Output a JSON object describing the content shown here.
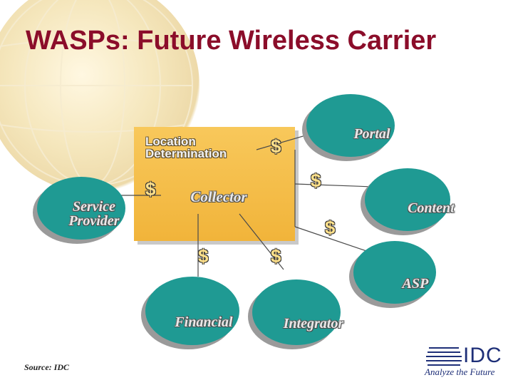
{
  "title": "WASPs: Future Wireless Carrier",
  "collector": {
    "label": "Collector",
    "box_label_line1": "Location",
    "box_label_line2": "Determination"
  },
  "nodes": {
    "portal": "Portal",
    "content": "Content",
    "asp": "ASP",
    "integrator": "Integrator",
    "financial": "Financial",
    "service_provider_line1": "Service",
    "service_provider_line2": "Provider"
  },
  "dollar_symbol": "$",
  "source": "Source: IDC",
  "logo": {
    "name": "IDC",
    "tagline": "Analyze the Future"
  },
  "colors": {
    "title": "#8b0d2a",
    "box": "#f1b43a",
    "node": "#1f9a93",
    "node_shadow": "#9a9a9a",
    "logo": "#1e2f78"
  }
}
